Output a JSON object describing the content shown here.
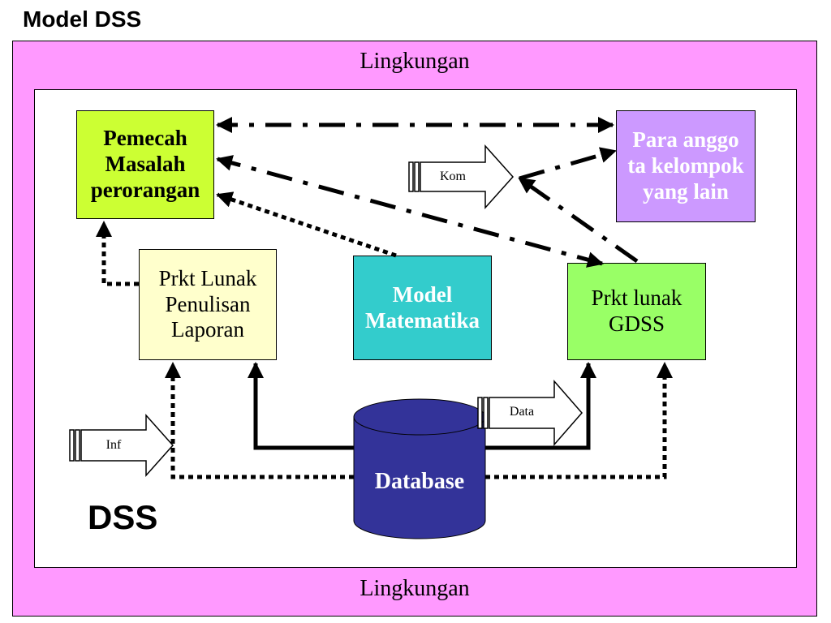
{
  "slide": {
    "title": "Model DSS"
  },
  "environment": {
    "top_label": "Lingkungan",
    "bottom_label": "Lingkungan"
  },
  "system_label": "DSS",
  "nodes": {
    "problem_solver": {
      "label": "Pemecah\nMasalah\nperorangan"
    },
    "group_members": {
      "label": "Para anggo\nta kelompok\nyang lain"
    },
    "report_software": {
      "label": "Prkt Lunak\nPenulisan\nLaporan"
    },
    "math_model": {
      "label": "Model\nMatematika"
    },
    "gdss_software": {
      "label": "Prkt lunak\nGDSS"
    },
    "database": {
      "label": "Database"
    }
  },
  "inputs": {
    "kom": "Kom",
    "data": "Data",
    "inf": "Inf"
  },
  "colors": {
    "environment": "#ff99ff",
    "problem_solver": "#ccff33",
    "group_members": "#cc99ff",
    "report_software": "#ffffcc",
    "math_model": "#33cccc",
    "gdss_software": "#99ff66",
    "database": "#333399"
  }
}
